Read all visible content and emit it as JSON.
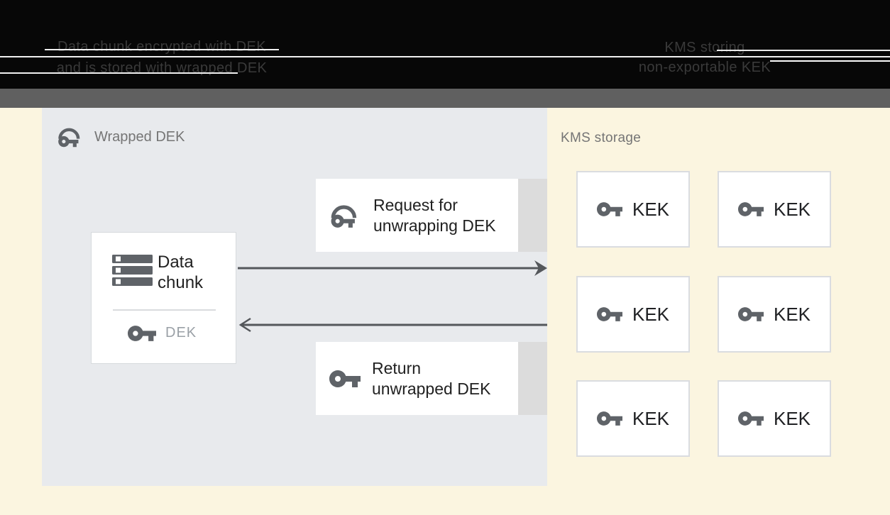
{
  "header": {
    "left_caption": {
      "line1": "Data chunk encrypted with DEK",
      "line2": "and is stored with wrapped DEK"
    },
    "right_caption": {
      "line1": "KMS storing",
      "line2": "non-exportable KEK"
    }
  },
  "wrapped_dek_panel": {
    "title": "Wrapped DEK",
    "data_chunk_box": {
      "line1": "Data",
      "line2": "chunk",
      "key_label": "DEK"
    },
    "request_box": {
      "line1": "Request for",
      "line2": "unwrapping DEK"
    },
    "return_box": {
      "line1": "Return",
      "line2": "unwrapped DEK"
    }
  },
  "kms_storage": {
    "title": "KMS storage",
    "kek_boxes": [
      {
        "label": "KEK"
      },
      {
        "label": "KEK"
      },
      {
        "label": "KEK"
      },
      {
        "label": "KEK"
      },
      {
        "label": "KEK"
      },
      {
        "label": "KEK"
      }
    ]
  },
  "icons": {
    "wrapped_key": "wrapped-key-icon",
    "key": "key-icon",
    "storage": "storage-icon"
  },
  "colors": {
    "header_bg": "#070707",
    "header_text": "#3A3A3A",
    "band_gray": "#606060",
    "cream_bg": "#FBF5E0",
    "panel_bg": "#E8EAED",
    "box_bg": "#FFFFFF",
    "box_border": "#DADCE0",
    "icon_gray": "#5F6368",
    "arrow_gray": "#54575B",
    "text_dark": "#212121",
    "label_gray": "#757575",
    "muted_gray": "#9AA0A6",
    "side_strip": "#DCDCDC"
  }
}
